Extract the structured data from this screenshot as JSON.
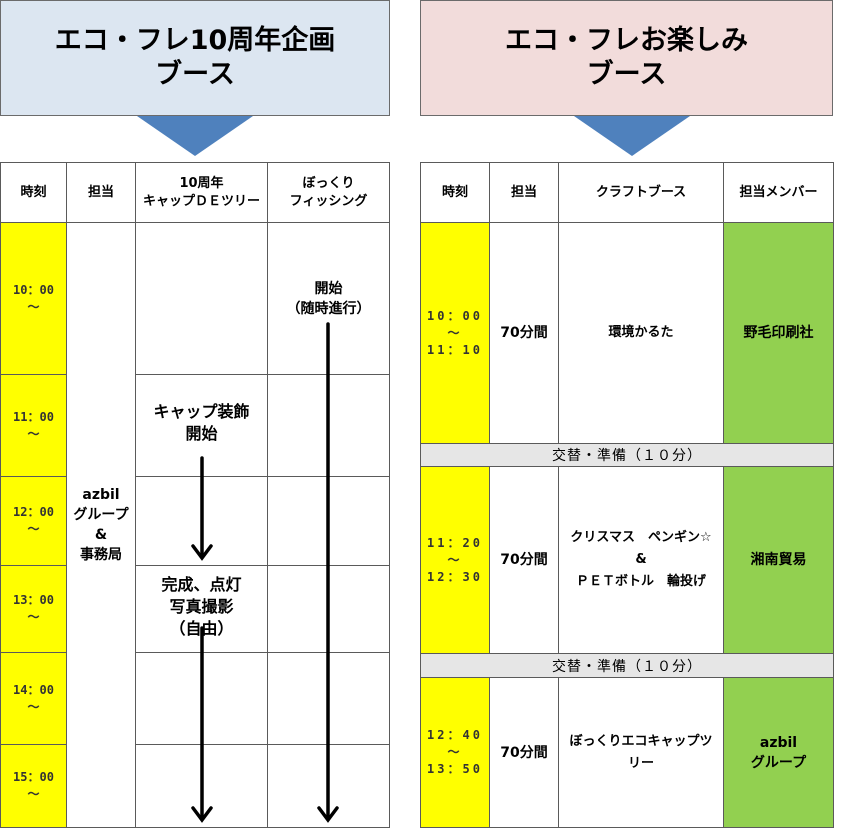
{
  "left": {
    "title_line1": "エコ・フレ10周年企画",
    "title_line2": "ブース",
    "headers": {
      "time": "時刻",
      "staff": "担当",
      "tree_line1": "10周年",
      "tree_line2": "キャップＤＥツリー",
      "fish_line1": "ぼっくり",
      "fish_line2": "フィッシング"
    },
    "times": [
      {
        "time": "10：00",
        "tilde": "～"
      },
      {
        "time": "11：00",
        "tilde": "～"
      },
      {
        "time": "12：00",
        "tilde": "～"
      },
      {
        "time": "13：00",
        "tilde": "～"
      },
      {
        "time": "14：00",
        "tilde": "～"
      },
      {
        "time": "15：00",
        "tilde": "～"
      }
    ],
    "staff": {
      "line1": "azbil",
      "line2": "グループ",
      "line3": "&",
      "line4": "事務局"
    },
    "tree_event1": {
      "line1": "キャップ装飾",
      "line2": "開始"
    },
    "tree_event2": {
      "line1": "完成、点灯",
      "line2": "写真撮影",
      "line3": "（自由）"
    },
    "fish_event": {
      "line1": "開始",
      "line2": "（随時進行）"
    }
  },
  "right": {
    "title_line1": "エコ・フレお楽しみ",
    "title_line2": "ブース",
    "headers": {
      "time": "時刻",
      "staff": "担当",
      "craft": "クラフトブース",
      "member": "担当メンバー"
    },
    "sessions": [
      {
        "start": "10：00",
        "tilde": "～",
        "end": "11：10",
        "duration": "70分間",
        "craft_line1": "環境かるた",
        "craft_line2": "",
        "craft_line3": "",
        "member_line1": "野毛印刷社",
        "member_line2": ""
      },
      {
        "start": "11：20",
        "tilde": "～",
        "end": "12：30",
        "duration": "70分間",
        "craft_line1": "クリスマス　ペンギン☆",
        "craft_line2": "&",
        "craft_line3": "ＰＥＴボトル　輪投げ",
        "member_line1": "湘南貿易",
        "member_line2": ""
      },
      {
        "start": "12：40",
        "tilde": "～",
        "end": "13：50",
        "duration": "70分間",
        "craft_line1": "ぼっくりエコキャップツ",
        "craft_line2": "リー",
        "craft_line3": "",
        "member_line1": "azbil",
        "member_line2": "グループ"
      }
    ],
    "break_label": "交替・準備（１０分）"
  },
  "colors": {
    "left_title_bg": "#dce6f1",
    "right_title_bg": "#f2dcdb",
    "arrow_blue": "#4f81bd",
    "time_yellow": "#ffff00",
    "member_green": "#92d050",
    "break_gray": "#e6e6e6"
  }
}
